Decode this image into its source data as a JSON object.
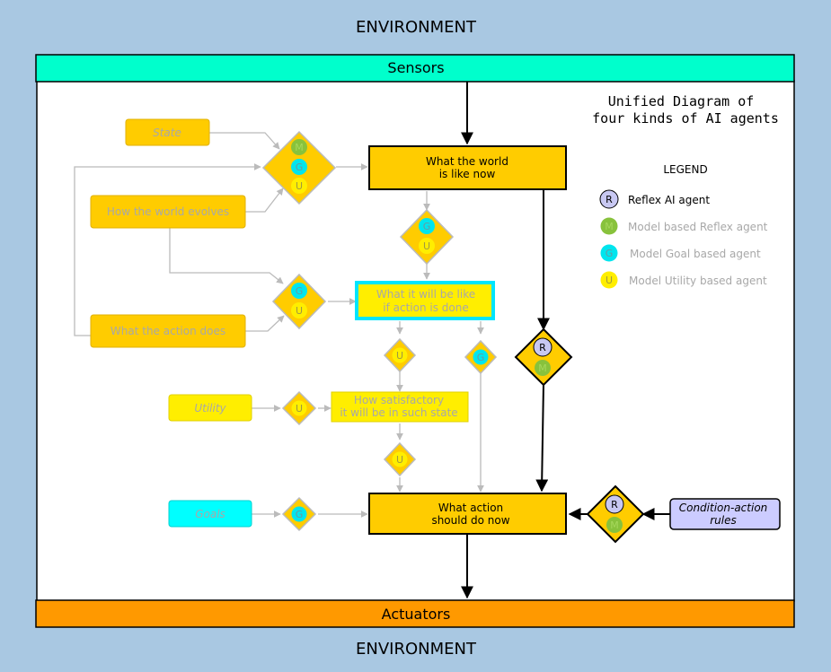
{
  "environment": {
    "top_label": "ENVIRONMENT",
    "bottom_label": "ENVIRONMENT"
  },
  "bars": {
    "sensors": "Sensors",
    "actuators": "Actuators"
  },
  "title": {
    "line1": "Unified Diagram of",
    "line2": "four kinds of AI agents"
  },
  "legend": {
    "heading": "LEGEND",
    "items": [
      {
        "badge": "R",
        "label": "Reflex AI agent",
        "color": "#c8c8f2"
      },
      {
        "badge": "M",
        "label": "Model based Reflex agent",
        "color": "#88c23c"
      },
      {
        "badge": "G",
        "label": "Model Goal based agent",
        "color": "#00e5ee"
      },
      {
        "badge": "U",
        "label": "Model Utility based agent",
        "color": "#ffee00"
      }
    ]
  },
  "boxes": {
    "state": "State",
    "world_evolves": "How the world evolves",
    "action_does": "What the action does",
    "utility": "Utility",
    "goals": "Goals",
    "world_now": {
      "line1": "What the world",
      "line2": "is like now"
    },
    "will_be": {
      "line1": "What it will be like",
      "line2": "if action is done"
    },
    "satisfactory": {
      "line1": "How satisfactory",
      "line2": "it will be in such state"
    },
    "action_now": {
      "line1": "What action",
      "line2": "should do now"
    },
    "rules": {
      "line1": "Condition-action",
      "line2": "rules"
    }
  },
  "badges": {
    "r": "R",
    "m": "M",
    "g": "G",
    "u": "U"
  },
  "colors": {
    "environment": "#a9c8e2",
    "sensors": "#00ffcc",
    "actuators": "#ff9900",
    "box": "#ffcc00",
    "utility_box": "#ffee00",
    "goals_box": "#00ffff",
    "rules_box": "#ccccff"
  }
}
